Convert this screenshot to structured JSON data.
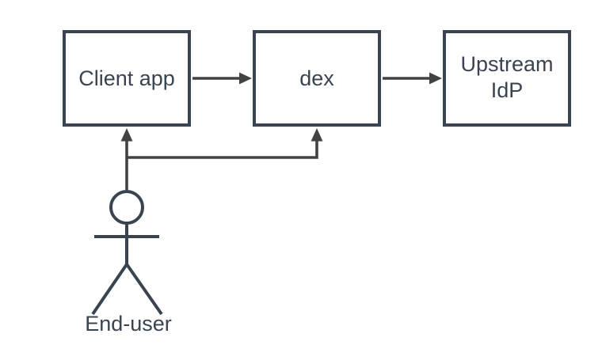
{
  "diagram": {
    "type": "flow-diagram",
    "background": "#ffffff",
    "colors": {
      "node_stroke": "#3a4450",
      "node_fill": "#ffffff",
      "edge": "#424242",
      "text": "#3a4450"
    },
    "nodes": {
      "client_app": {
        "label": "Client app"
      },
      "dex": {
        "label": "dex"
      },
      "upstream_idp": {
        "line1": "Upstream",
        "line2": "IdP"
      }
    },
    "actor": {
      "label": "End-user"
    },
    "edges": [
      {
        "from": "Client app",
        "to": "dex",
        "direction": "right"
      },
      {
        "from": "dex",
        "to": "Upstream IdP",
        "direction": "right"
      },
      {
        "from": "End-user",
        "to": "Client app",
        "direction": "up"
      },
      {
        "from": "End-user",
        "to": "dex",
        "direction": "up"
      }
    ]
  }
}
